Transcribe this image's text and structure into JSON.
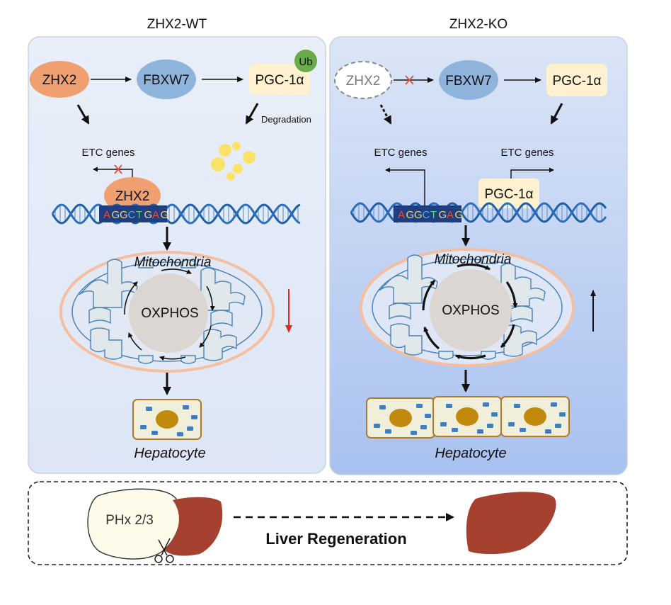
{
  "panels": {
    "wt": {
      "title": "ZHX2-WT",
      "zhx2": "ZHX2",
      "fbxw7": "FBXW7",
      "pgc": "PGC-1α",
      "ub": "Ub",
      "degradation": "Degradation",
      "etc_genes": "ETC genes",
      "zhx2_bound": "ZHX2",
      "mitochondria": "Mitochondria",
      "oxphos": "OXPHOS",
      "hepatocyte": "Hepatocyte"
    },
    "ko": {
      "title": "ZHX2-KO",
      "zhx2": "ZHX2",
      "fbxw7": "FBXW7",
      "pgc": "PGC-1α",
      "etc_genes_left": "ETC genes",
      "etc_genes_right": "ETC genes",
      "pgc_bound": "PGC-1α",
      "mitochondria": "Mitochondria",
      "oxphos": "OXPHOS",
      "hepatocyte": "Hepatocyte"
    }
  },
  "dna_motif": [
    "A",
    "G",
    "G",
    "C",
    "T",
    "G",
    "A",
    "G"
  ],
  "dna_motif_colors": [
    "#e74c3c",
    "#f5d76e",
    "#f5d76e",
    "#5dade2",
    "#58d68d",
    "#f5d76e",
    "#e74c3c",
    "#f5d76e"
  ],
  "bottom": {
    "phx": "PHx 2/3",
    "regeneration": "Liver Regeneration"
  },
  "colors": {
    "zhx2": "#f0a070",
    "fbxw7": "#8fb4dc",
    "pgc": "#fdf1cf",
    "ub": "#6aaa4a",
    "panel_wt": "#e6edf8",
    "panel_ko": "#b5cbf0",
    "liver": "#a5412e",
    "inhibit": "#e74c3c"
  },
  "icons": [
    "scissors-icon",
    "liver-icon",
    "dna-helix-icon",
    "mitochondrion-icon",
    "hepatocyte-icon"
  ]
}
